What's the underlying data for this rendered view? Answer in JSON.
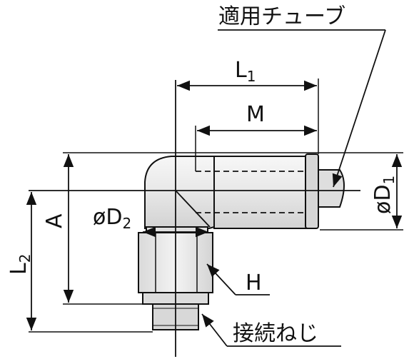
{
  "diagram": {
    "applicable_tube_label": "適用チューブ",
    "thread_label": "接続ねじ",
    "dims": {
      "L1": {
        "main": "L",
        "sub": "1"
      },
      "L2": {
        "main": "L",
        "sub": "2"
      },
      "M": "M",
      "A": "A",
      "H": "H",
      "D1": {
        "main": "øD",
        "sub": "1"
      },
      "D2": {
        "main": "øD",
        "sub": "2"
      }
    }
  },
  "colors": {
    "line": "#111111",
    "body": "#e6e6e6",
    "body_light": "#f4f4f4",
    "body_dark": "#cfcfcf"
  }
}
